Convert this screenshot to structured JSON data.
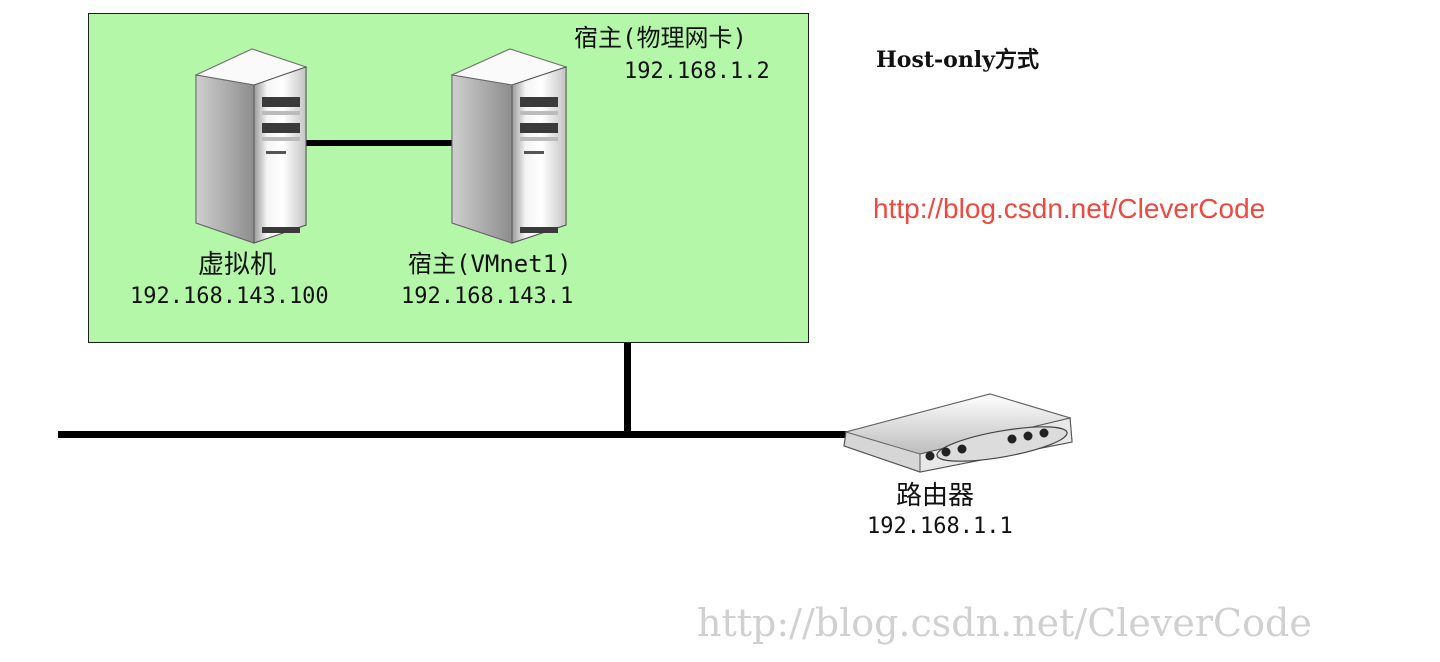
{
  "title": "Host-only方式",
  "link": "http://blog.csdn.net/CleverCode",
  "watermark": "http://blog.csdn.net/CleverCode",
  "host": {
    "name": "宿主(物理网卡)",
    "ip": "192.168.1.2"
  },
  "vm": {
    "name": "虚拟机",
    "ip": "192.168.143.100"
  },
  "vmnet": {
    "name": "宿主(VMnet1)",
    "ip": "192.168.143.1"
  },
  "router": {
    "name": "路由器",
    "ip": "192.168.1.1"
  },
  "colors": {
    "host_box": "#b5f7a9",
    "link": "#f0483e",
    "watermark": "#d0d0d0"
  }
}
